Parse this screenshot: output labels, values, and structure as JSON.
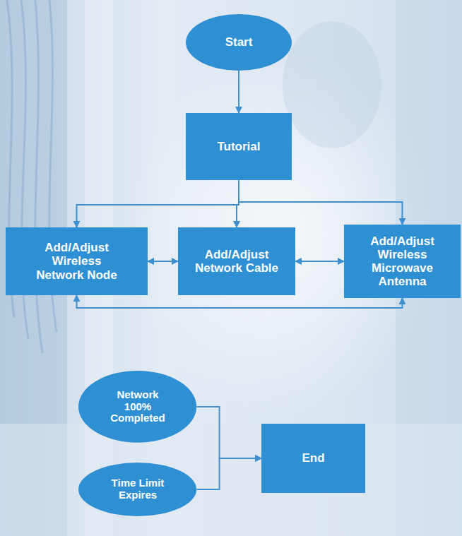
{
  "diagram": {
    "nodes": [
      {
        "text": [
          "Start"
        ]
      },
      {
        "text": [
          "Tutorial"
        ]
      },
      {
        "text": [
          "Add/Adjust Wireless Network Node"
        ]
      },
      {
        "text": [
          "Add/Adjust Network Cable"
        ]
      },
      {
        "text": [
          "Add/Adjust Wireless Microwave Antenna"
        ]
      },
      {
        "text": [
          "Network 100% Completed"
        ]
      },
      {
        "text": [
          "Time Limit Expires"
        ]
      },
      {
        "text": [
          "End"
        ]
      }
    ],
    "edges": [
      {
        "from": 0,
        "to": 1,
        "arrow": "to"
      },
      {
        "from": 1,
        "to": 2,
        "arrow": "to"
      },
      {
        "from": 1,
        "to": 3,
        "arrow": "to"
      },
      {
        "from": 1,
        "to": 4,
        "arrow": "to"
      },
      {
        "from": 2,
        "to": 3,
        "arrow": "both"
      },
      {
        "from": 3,
        "to": 4,
        "arrow": "both"
      },
      {
        "from": 2,
        "to": 4,
        "arrow": "both"
      },
      {
        "from": 5,
        "to": 7,
        "arrow": "to"
      },
      {
        "from": 6,
        "to": 7,
        "arrow": "to"
      }
    ]
  }
}
